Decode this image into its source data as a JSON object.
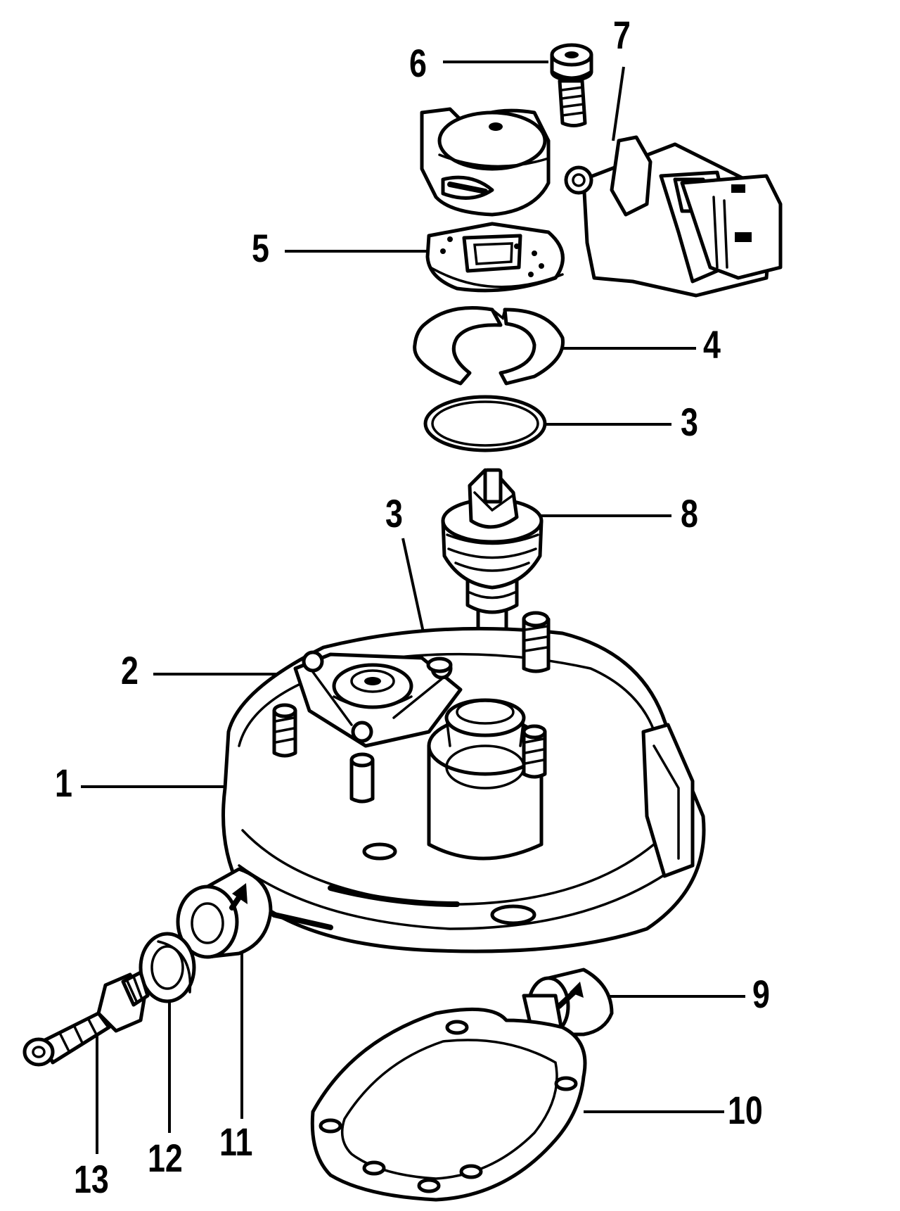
{
  "diagram": {
    "style": "exploded-parts-line-drawing",
    "colors": {
      "ink": "#000000",
      "paper": "#ffffff"
    },
    "callouts": [
      {
        "id": "c6",
        "label": "6"
      },
      {
        "id": "c7",
        "label": "7"
      },
      {
        "id": "c5",
        "label": "5"
      },
      {
        "id": "c4",
        "label": "4"
      },
      {
        "id": "c3a",
        "label": "3"
      },
      {
        "id": "c8",
        "label": "8"
      },
      {
        "id": "c3b",
        "label": "3"
      },
      {
        "id": "c2",
        "label": "2"
      },
      {
        "id": "c1",
        "label": "1"
      },
      {
        "id": "c9",
        "label": "9"
      },
      {
        "id": "c10",
        "label": "10"
      },
      {
        "id": "c11",
        "label": "11"
      },
      {
        "id": "c12",
        "label": "12"
      },
      {
        "id": "c13",
        "label": "13"
      }
    ]
  }
}
